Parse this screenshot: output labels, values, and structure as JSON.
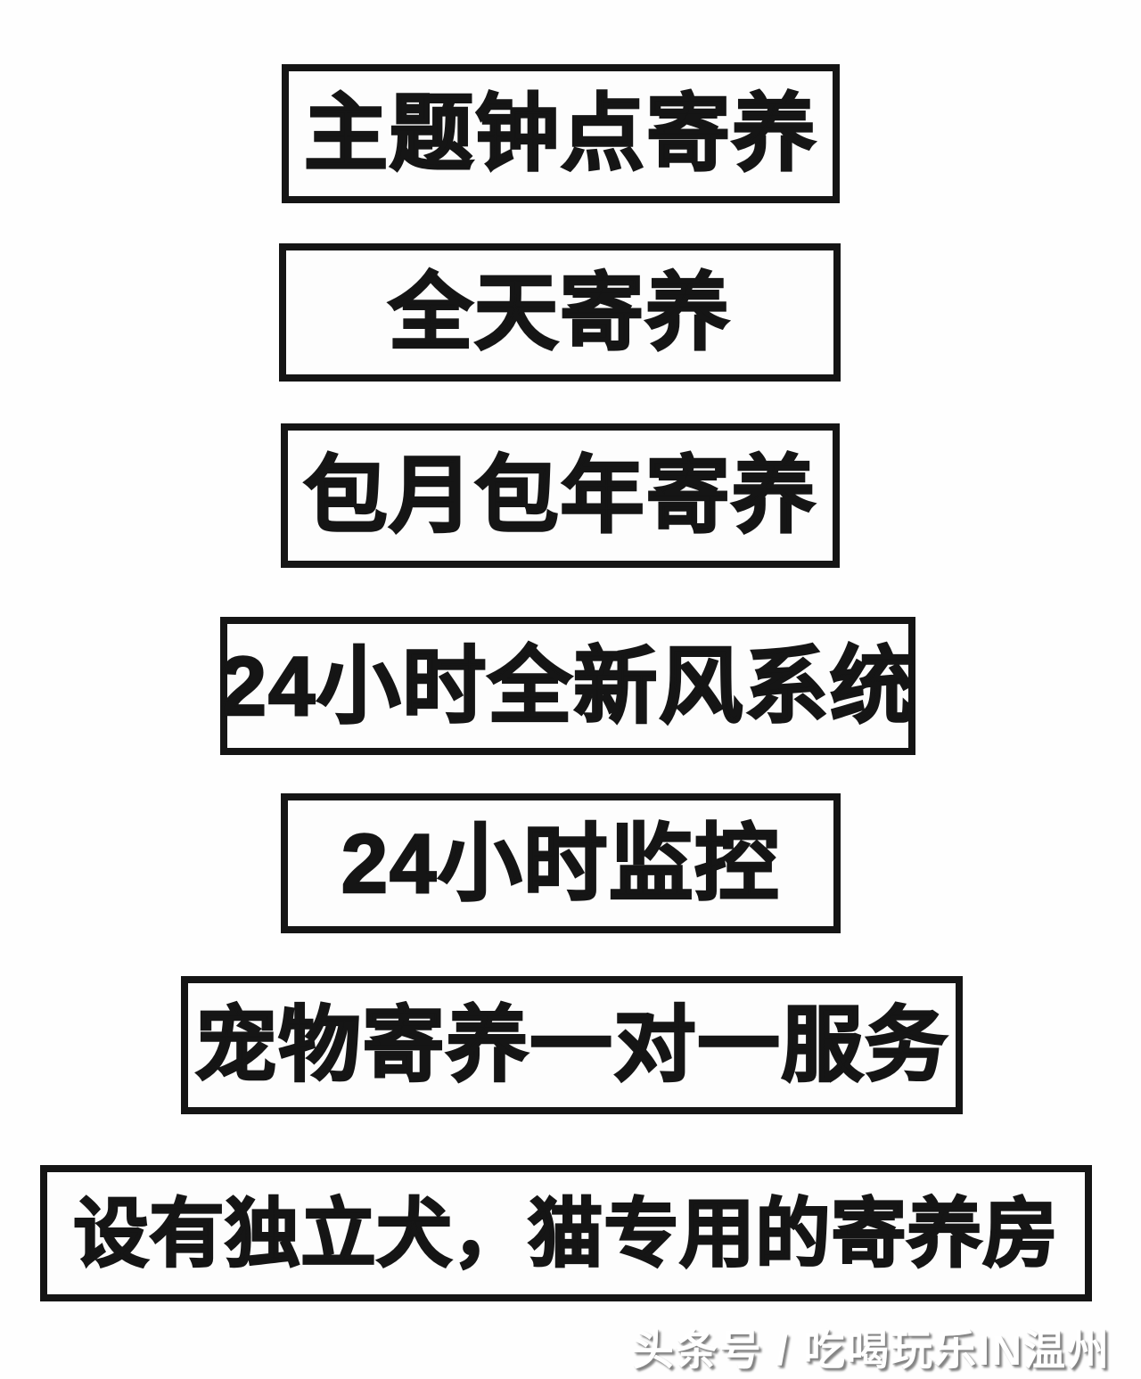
{
  "page": {
    "background_color": "#fefefe"
  },
  "colors": {
    "box_border": "#151515",
    "box_text": "#151515",
    "watermark_shadow_gray": "#7d7d7d",
    "watermark_fill": "#ffffff"
  },
  "boxes": [
    {
      "label": "主题钟点寄养"
    },
    {
      "label": "全天寄养"
    },
    {
      "label": "包月包年寄养"
    },
    {
      "label": "24小时全新风系统"
    },
    {
      "label": "24小时监控"
    },
    {
      "label": "宠物寄养一对一服务"
    },
    {
      "label": "设有独立犬，猫专用的寄养房"
    }
  ],
  "watermark": {
    "text": "头条号 / 吃喝玩乐IN温州"
  }
}
